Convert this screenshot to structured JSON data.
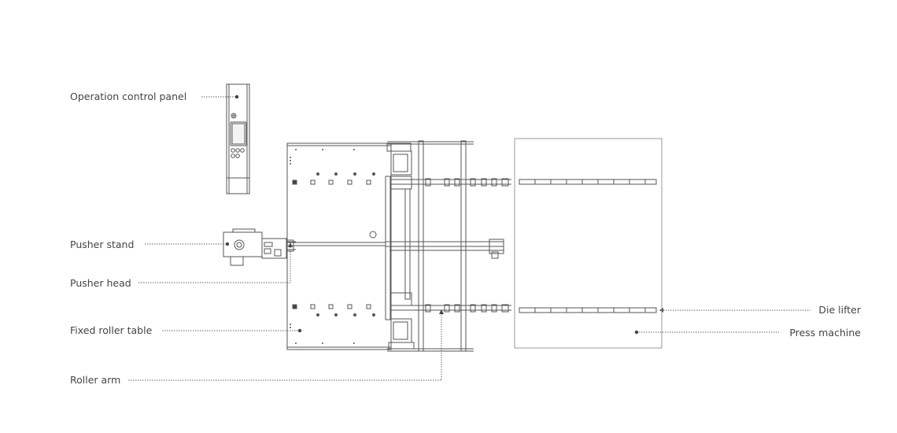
{
  "callouts": {
    "operation_control_panel": "Operation control panel",
    "pusher_stand": "Pusher stand",
    "pusher_head": "Pusher head",
    "fixed_roller_table": "Fixed roller table",
    "roller_arm": "Roller arm",
    "die_lifter": "Die lifter",
    "press_machine": "Press machine"
  },
  "colors": {
    "line": "#555555",
    "leader": "#666666",
    "text": "#444444",
    "background": "#ffffff"
  }
}
